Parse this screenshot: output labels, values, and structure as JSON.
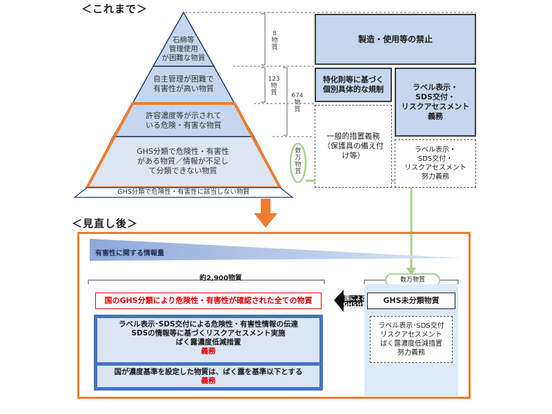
{
  "headers": {
    "before": "＜これまで＞",
    "after": "＜見直し後＞"
  },
  "pyramid": {
    "tier1": "石綿等\n管理使用\nが困難な物質",
    "tier2": "自主管理が困難で\n有害性が高い物質",
    "tier3": "許容濃度等が示されて\nいる危険・有害な物質",
    "tier4": "GHS分類で危険性・有害性\nがある物質／情報が不足し\nて分類できない物質",
    "base": "GHS分類で危険性・有害性に該当しない物質"
  },
  "counts": {
    "c8": "8\n物\n質",
    "c123": "123\n物\n質",
    "c674": "674\n物\n質",
    "many": "数\n万\n物\n質"
  },
  "regulations": {
    "ban": "製造・使用等の禁止",
    "special": "特化則等に基づく\n個別具体的な規制",
    "label_mandatory": "ラベル表示・\nSDS交付・\nリスクアセスメント\n義務",
    "general": "一般的措置義務\n（保護具の備え付\nけ等）",
    "label_effort": "ラベル表示・\nSDS交付・\nリスクアセスメント\n努力義務"
  },
  "after": {
    "info_label": "有害性に関する情報量",
    "count_total": "約2,900物質",
    "many_label": "数万物質",
    "red_box": "国のGHS分類により危険性・有害性が確認された全ての物質",
    "gov_arrow": "国による\nGHS分類",
    "unclassified": "GHS未分類物質",
    "duty1_line1": "ラベル表示･SDS交付による危険性・有害性情報の伝達",
    "duty1_line2": "SDSの情報等に基づくリスクアセスメント実施",
    "duty1_line3": "ばく露濃度低減措置",
    "duty_word": "義務",
    "duty2_line1": "国が濃度基準を設定した物質は、ばく露を基準以下とする",
    "effort_box": "ラベル表示･SDS交付\nリスクアセスメント\nばく露濃度低減措置\n努力義務"
  },
  "colors": {
    "tier_fill": "#c5d7ee",
    "orange": "#ed7d31",
    "green": "#a9d18e",
    "red": "#e00000",
    "navy": "#1f3864",
    "blue_border": "#4472c4"
  }
}
